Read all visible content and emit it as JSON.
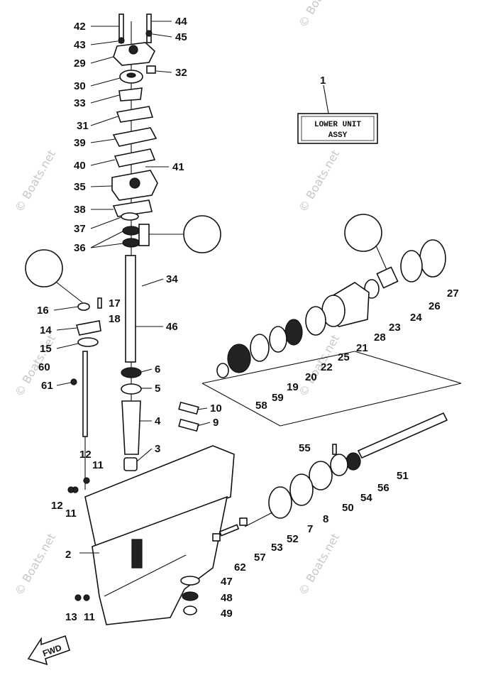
{
  "title_box": {
    "line1": "LOWER UNIT",
    "line2": "ASSY",
    "ref": "1"
  },
  "arrow_label": "FWD",
  "watermark": "© Boats.net",
  "callouts": [
    "42",
    "44",
    "43",
    "45",
    "29",
    "32",
    "30",
    "33",
    "31",
    "39",
    "40",
    "41",
    "35",
    "38",
    "37",
    "36",
    "34",
    "16",
    "17",
    "18",
    "14",
    "15",
    "60",
    "61",
    "46",
    "6",
    "5",
    "4",
    "10",
    "9",
    "3",
    "12",
    "11",
    "12",
    "11",
    "2",
    "13",
    "11",
    "27",
    "26",
    "24",
    "23",
    "28",
    "21",
    "25",
    "22",
    "20",
    "19",
    "58",
    "59",
    "55",
    "51",
    "56",
    "54",
    "50",
    "8",
    "7",
    "52",
    "53",
    "57",
    "62",
    "47",
    "48",
    "49"
  ]
}
